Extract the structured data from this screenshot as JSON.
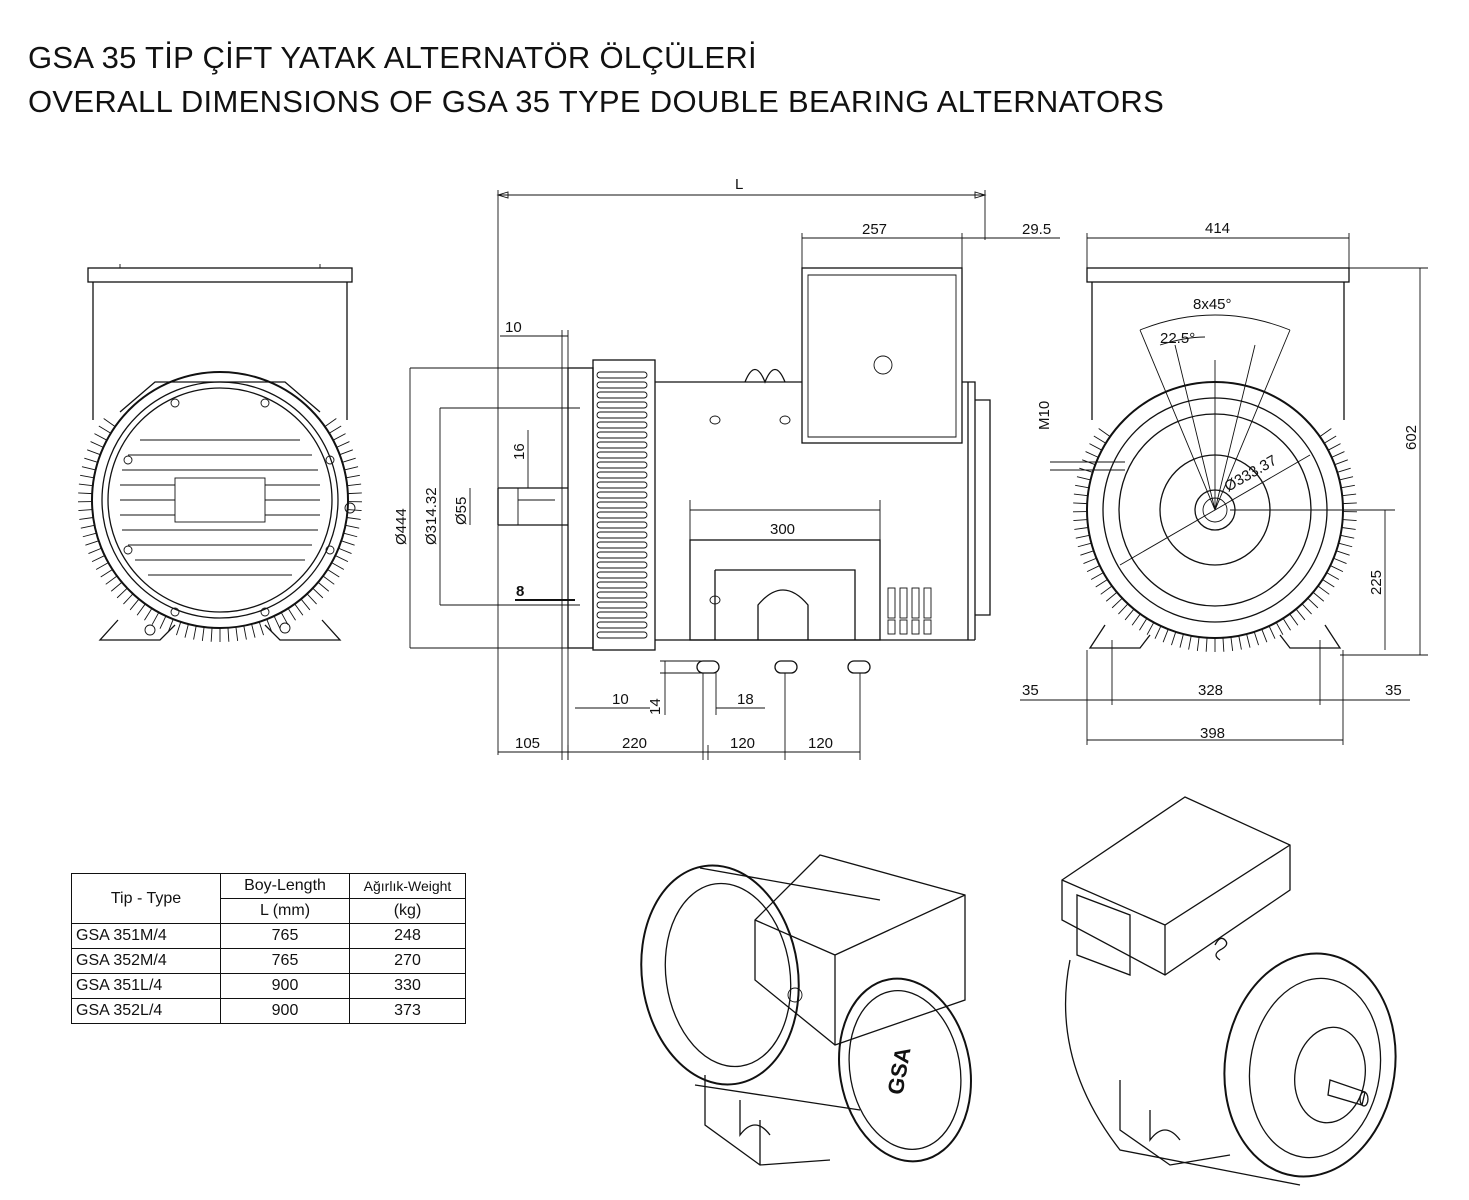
{
  "title": {
    "line1": "GSA 35 TİP ÇİFT YATAK ALTERNATÖR ÖLÇÜLERİ",
    "line2": "OVERALL DIMENSIONS OF GSA 35 TYPE DOUBLE BEARING ALTERNATORS"
  },
  "side_view": {
    "L": "L",
    "d257": "257",
    "d29_5": "29.5",
    "d10_top": "10",
    "d16": "16",
    "d444": "Ø444",
    "d314": "Ø314.32",
    "d55": "Ø55",
    "d8": "8",
    "d300": "300",
    "d10_bot": "10",
    "d14": "14",
    "d18": "18",
    "d105": "105",
    "d220": "220",
    "d120a": "120",
    "d120b": "120"
  },
  "end_view": {
    "d414": "414",
    "d8x45": "8x45°",
    "d22_5": "22.5°",
    "dM10": "M10",
    "d333": "Ø333.37",
    "d602": "602",
    "d225": "225",
    "d35_left": "35",
    "d328": "328",
    "d35_right": "35",
    "d398": "398"
  },
  "table": {
    "h_type": "Tip - Type",
    "h_length": "Boy-Length",
    "h_length_unit": "L (mm)",
    "h_weight": "Ağırlık-Weight",
    "h_weight_unit": "(kg)",
    "rows": [
      {
        "type": "GSA 351M/4",
        "length": "765",
        "weight": "248"
      },
      {
        "type": "GSA 352M/4",
        "length": "765",
        "weight": "270"
      },
      {
        "type": "GSA 351L/4",
        "length": "900",
        "weight": "330"
      },
      {
        "type": "GSA 352L/4",
        "length": "900",
        "weight": "373"
      }
    ]
  },
  "logo_text": "GSA"
}
